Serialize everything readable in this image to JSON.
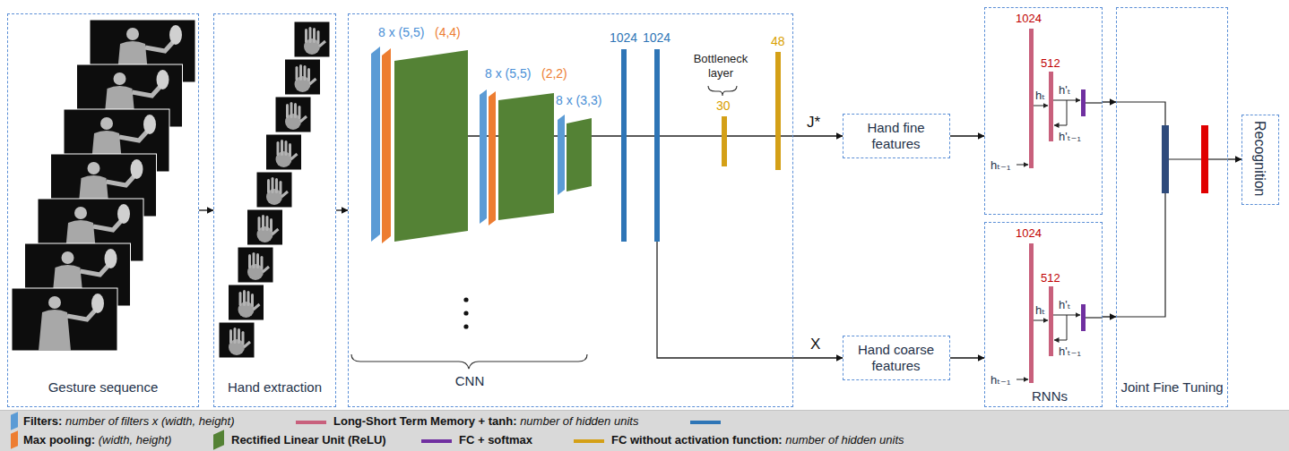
{
  "diagram": {
    "nodes": [
      {
        "text": [
          "Gesture sequence"
        ]
      },
      {
        "text": [
          "Hand extraction"
        ]
      },
      {
        "text": [
          "CNN"
        ]
      },
      {
        "text": [
          "Hand fine features"
        ]
      },
      {
        "text": [
          "Hand coarse features"
        ]
      },
      {
        "text": [
          "1024",
          "512",
          "hₜ",
          "h'ₜ",
          "h'ₜ₋₁",
          "hₜ₋₁"
        ]
      },
      {
        "text": [
          "1024",
          "512",
          "hₜ",
          "h'ₜ",
          "h'ₜ₋₁",
          "hₜ₋₁",
          "RNNs"
        ]
      },
      {
        "text": [
          "Joint Fine Tuning"
        ]
      },
      {
        "text": [
          "Recognition"
        ]
      }
    ],
    "edges": [
      {
        "from": 0,
        "to": 1,
        "arrow": "to"
      },
      {
        "from": 1,
        "to": 2,
        "arrow": "to"
      },
      {
        "from": 2,
        "to": 3,
        "label": "J*",
        "arrow": "to"
      },
      {
        "from": 2,
        "to": 4,
        "label": "X",
        "arrow": "to"
      },
      {
        "from": 3,
        "to": 5,
        "arrow": "to"
      },
      {
        "from": 4,
        "to": 6,
        "arrow": "to"
      },
      {
        "from": 5,
        "to": 7,
        "arrow": "to"
      },
      {
        "from": 6,
        "to": 7,
        "arrow": "to"
      },
      {
        "from": 7,
        "to": 8,
        "arrow": "to"
      }
    ],
    "labels": [
      "8 x (5,5)",
      "(4,4)",
      "8 x (5,5)",
      "(2,2)",
      "8 x (3,3)",
      "1024",
      "1024",
      "Bottleneck layer",
      "30",
      "48"
    ],
    "legend": [
      {
        "text": "Filters: number of filters x (width, height)",
        "color": "#5b9bd5"
      },
      {
        "text": "Long-Short Term Memory + tanh: number of hidden units",
        "color": "#c8607c"
      },
      {
        "text": "Max pooling: (width, height)",
        "color": "#ed7d31"
      },
      {
        "text": "Rectified Linear Unit (ReLU)",
        "color": "#548235"
      },
      {
        "text": "FC + softmax",
        "color": "#7030a0"
      },
      {
        "text": "FC without activation function: number of hidden units",
        "color": "#d4a017"
      }
    ]
  }
}
